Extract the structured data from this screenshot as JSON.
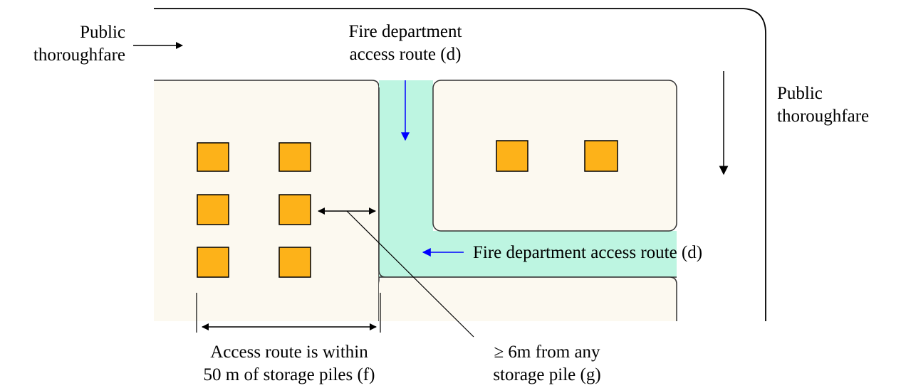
{
  "labels": {
    "public_thoroughfare_left": "Public\nthoroughfare",
    "public_thoroughfare_right": "Public\nthoroughfare",
    "fire_route_top": "Fire department\naccess route (d)",
    "fire_route_side": "Fire department access route (d)",
    "within_50m": "Access route is within\n50 m of storage piles (f)",
    "min_6m": "≥ 6m from any\nstorage pile (g)"
  },
  "colors": {
    "lot_fill": "#fcf9f0",
    "access_route_fill": "#bdf5e1",
    "storage_pile_fill": "#fdb219",
    "flow_arrow_blue": "#0000ff",
    "line_black": "#000000"
  },
  "icons": {
    "storage_pile": "orange-square",
    "flow_arrow": "arrow"
  }
}
